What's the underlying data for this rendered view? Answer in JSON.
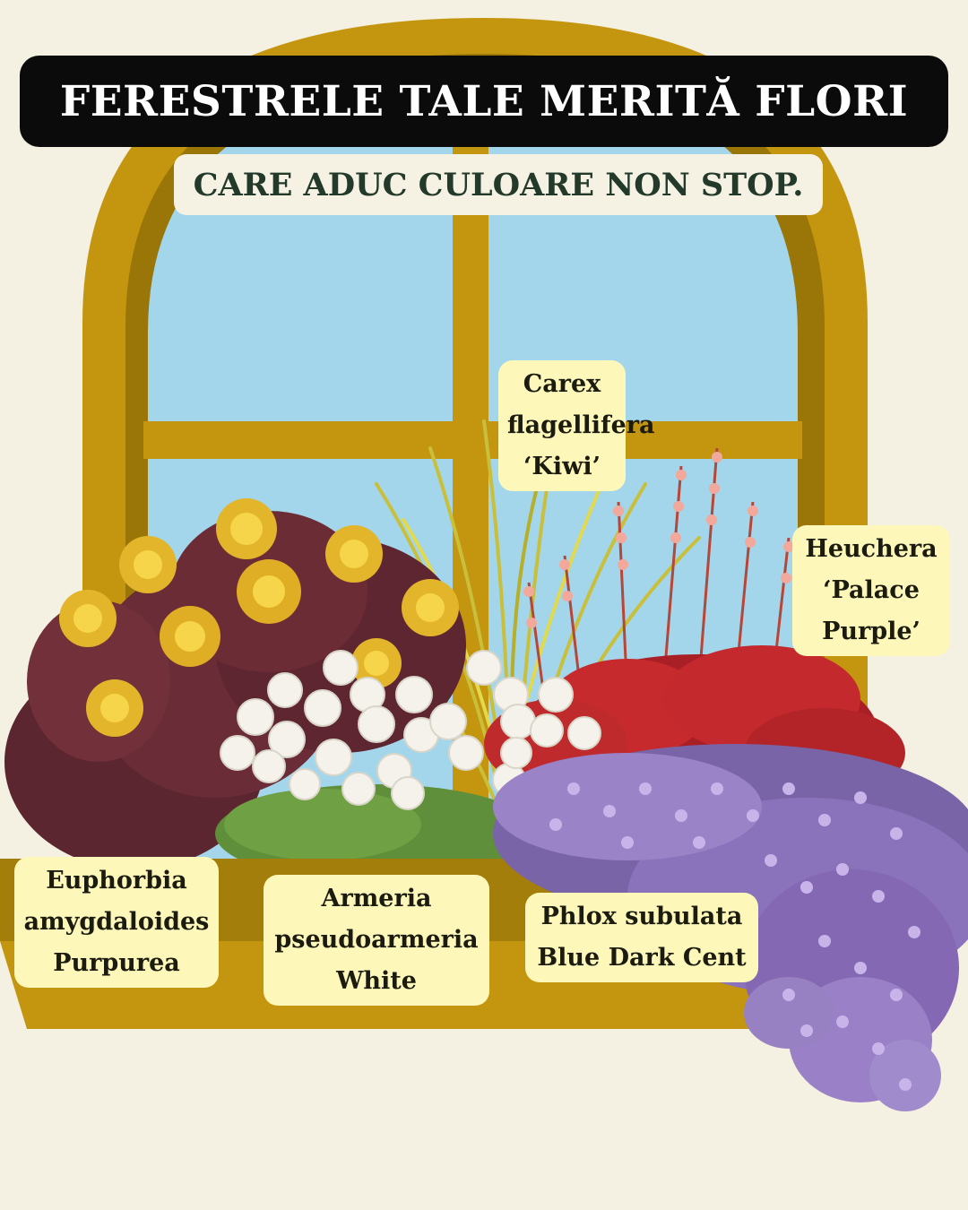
{
  "header": {
    "title": "FERESTRELE TALE MERITĂ FLORI",
    "subtitle": "CARE ADUC CULOARE NON STOP."
  },
  "plants": {
    "carex": {
      "line1": "Carex",
      "line2": "flagellifera",
      "line3": "‘Kiwi’"
    },
    "heuchera": {
      "line1": "Heuchera",
      "line2": "‘Palace",
      "line3": "Purple’"
    },
    "euphorbia": {
      "line1": "Euphorbia",
      "line2": "amygdaloides",
      "line3": "Purpurea"
    },
    "armeria": {
      "line1": "Armeria",
      "line2": "pseudoarmeria",
      "line3": "White"
    },
    "phlox": {
      "line1": "Phlox subulata",
      "line2": "Blue Dark Cent"
    }
  },
  "colors": {
    "background": "#f4f0e2",
    "window_frame": "#c4960f",
    "window_frame_dark": "#9a7608",
    "sky": "#a3d6ea",
    "label_bg": "#fdf7b9",
    "title_bg": "#0b0b0b"
  }
}
